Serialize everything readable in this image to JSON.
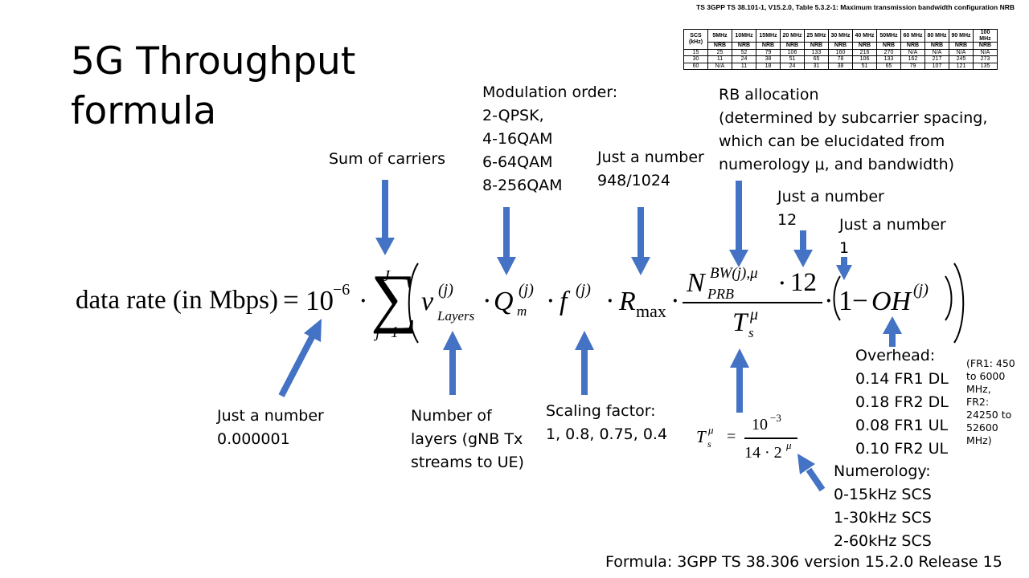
{
  "title": "5G Throughput\nformula",
  "table": {
    "caption": "TS 3GPP TS 38.101-1, V15.2.0, Table 5.3.2-1: Maximum transmission bandwidth configuration NRB",
    "header": [
      "SCS (kHz)",
      "5MHz",
      "10MHz",
      "15MHz",
      "20 MHz",
      "25 MHz",
      "30 MHz",
      "40 MHz",
      "50MHz",
      "60 MHz",
      "80 MHz",
      "90 MHz",
      "100 MHz"
    ],
    "subheader": "NRB",
    "rows": [
      [
        "15",
        "25",
        "52",
        "79",
        "106",
        "133",
        "160",
        "216",
        "270",
        "N/A",
        "N/A",
        "N/A",
        "N/A"
      ],
      [
        "30",
        "11",
        "24",
        "38",
        "51",
        "65",
        "78",
        "106",
        "133",
        "162",
        "217",
        "245",
        "273"
      ],
      [
        "60",
        "N/A",
        "11",
        "18",
        "24",
        "31",
        "38",
        "51",
        "65",
        "79",
        "107",
        "121",
        "135"
      ]
    ]
  },
  "formula": {
    "lhs": "data rate (in Mbps)",
    "eq": "=",
    "ten": "10",
    "ten_exp": "−6",
    "dot": "·",
    "sum_top": "J",
    "sum_bottom": "j=1",
    "v": "v",
    "v_sup": "(j)",
    "v_sub": "Layers",
    "q": "Q",
    "q_sup": "(j)",
    "q_sub": "m",
    "f": "f",
    "f_sup": "(j)",
    "r": "R",
    "r_sub": "max",
    "n": "N",
    "n_sup": "BW(j),μ",
    "n_sub": "PRB",
    "twelve": "12",
    "t": "T",
    "t_sup": "μ",
    "t_sub": "s",
    "one": "1",
    "minus": "−",
    "oh": "OH",
    "oh_sup": "(j)"
  },
  "ts_formula": {
    "t": "T",
    "t_sup": "μ",
    "t_sub": "s",
    "eq": "=",
    "num": "10",
    "num_exp": "−3",
    "den": "14 · 2",
    "den_exp": "μ"
  },
  "labels": {
    "sum_carriers": "Sum of carriers",
    "modulation": "Modulation order:\n2-QPSK,\n4-16QAM\n6-64QAM\n8-256QAM",
    "just_number_rmax": "Just a number\n948/1024",
    "rb_allocation": "RB allocation\n(determined by subcarrier spacing,\nwhich can be elucidated from\nnumerology μ, and bandwidth)",
    "just_number_12": "Just a number\n12",
    "just_number_1": "Just a number\n1",
    "just_number_10": "Just a number\n0.000001",
    "num_layers": "Number of\nlayers (gNB Tx\nstreams to UE)",
    "scaling": "Scaling factor:\n1, 0.8, 0.75, 0.4",
    "overhead": "Overhead:\n0.14 FR1 DL\n0.18 FR2 DL\n0.08 FR1 UL\n0.10 FR2 UL",
    "fr_ranges": "(FR1: 450\nto 6000\nMHz,\nFR2:\n24250 to\n52600\nMHz)",
    "numerology": "Numerology:\n0-15kHz SCS\n1-30kHz SCS\n2-60kHz SCS",
    "source": "Formula: 3GPP TS 38.306 version 15.2.0 Release 15"
  },
  "colors": {
    "arrow": "#4472c4",
    "text": "#000000"
  }
}
